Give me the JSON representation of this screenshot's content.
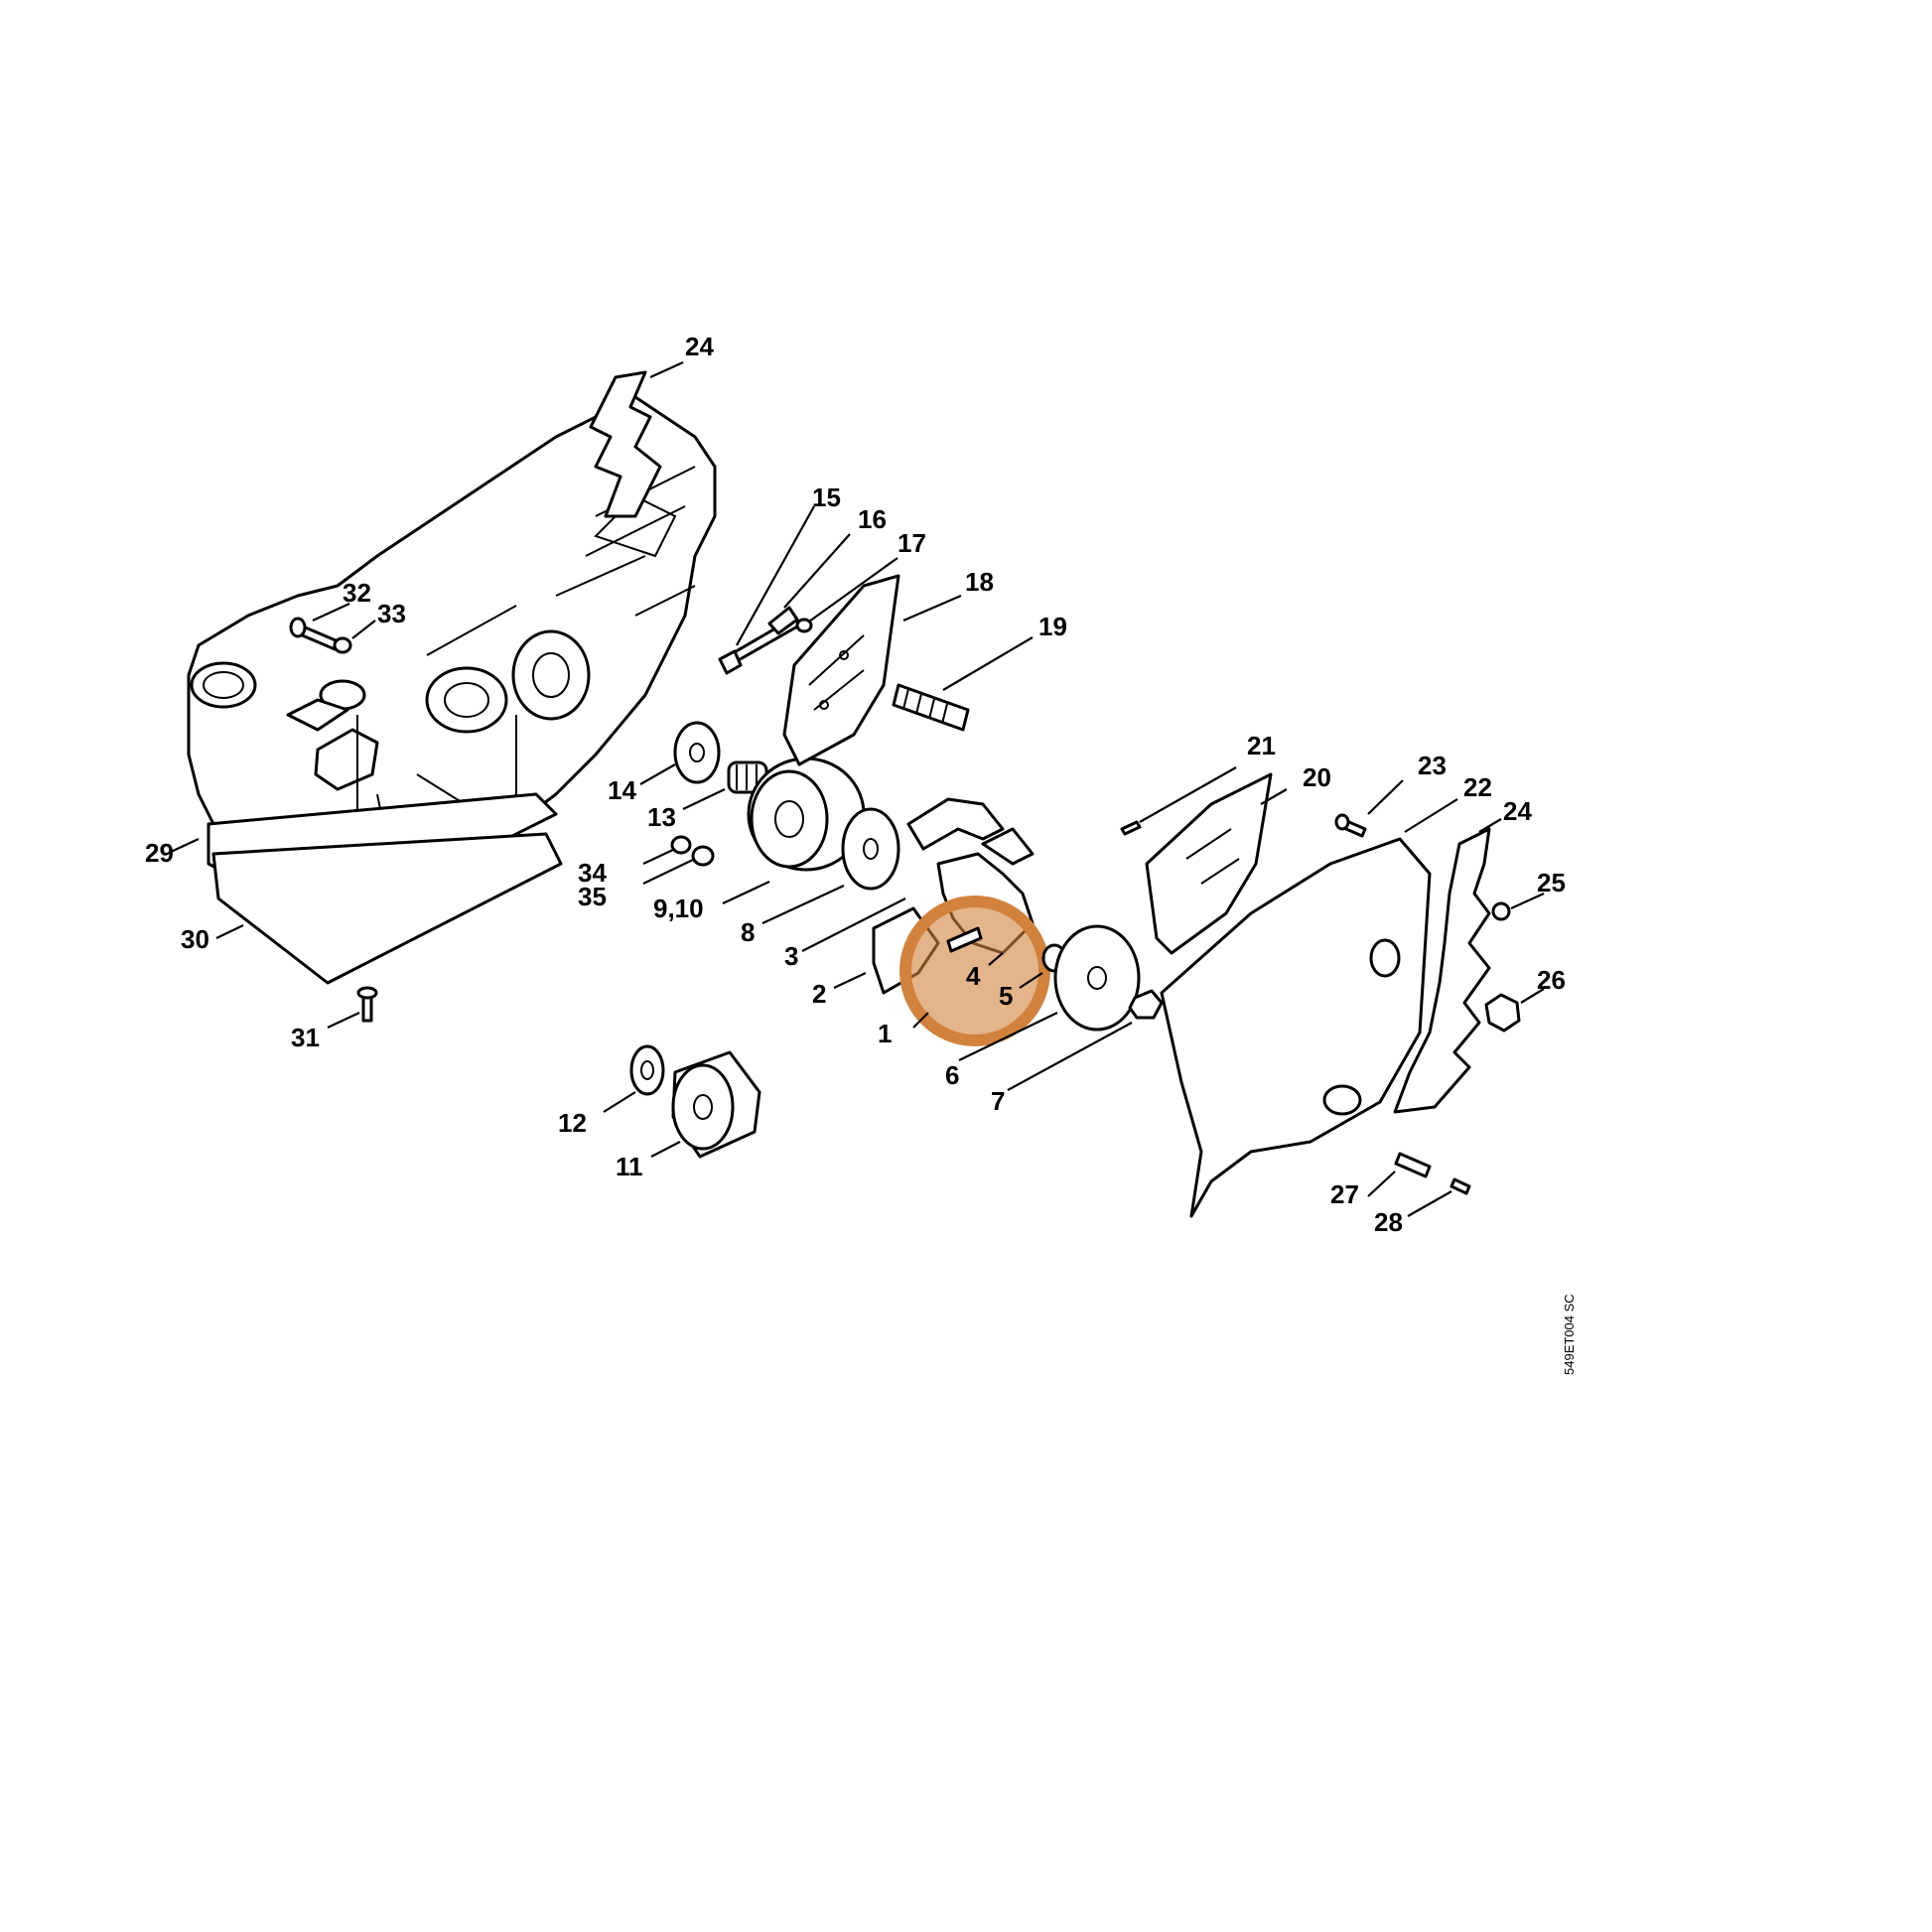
{
  "diagram": {
    "reference_code": "549ET004 SC",
    "highlight_color": "#d2823c",
    "highlighted_parts": [
      "4",
      "5"
    ],
    "labels": {
      "p1": "1",
      "p2": "2",
      "p3": "3",
      "p4": "4",
      "p5": "5",
      "p6": "6",
      "p7": "7",
      "p8": "8",
      "p9_10": "9,10",
      "p11": "11",
      "p12": "12",
      "p13": "13",
      "p14": "14",
      "p15": "15",
      "p16": "16",
      "p17": "17",
      "p18": "18",
      "p19": "19",
      "p20": "20",
      "p21": "21",
      "p22": "22",
      "p23": "23",
      "p24_top": "24",
      "p24_right": "24",
      "p25": "25",
      "p26": "26",
      "p27": "27",
      "p28": "28",
      "p29": "29",
      "p30": "30",
      "p31": "31",
      "p32": "32",
      "p33": "33",
      "p34": "34",
      "p35": "35"
    }
  }
}
